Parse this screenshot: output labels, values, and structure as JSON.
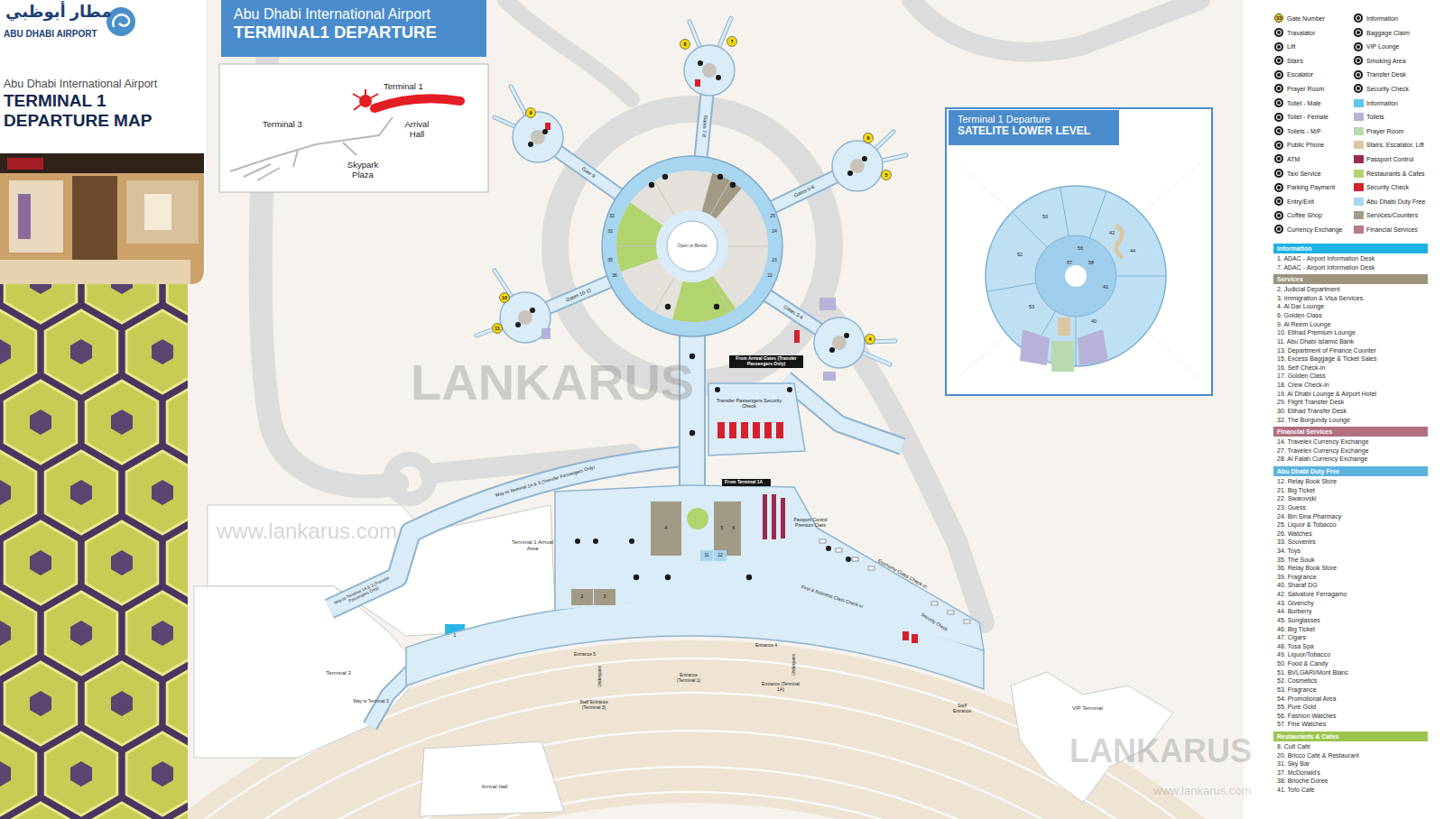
{
  "diagram": {
    "title": "TERMINAL 1 DEPARTURE MAP",
    "nodes": [
      {
        "text": [
          "Abu Dhabi International Airport",
          "TERMINAL1 DEPARTURE"
        ]
      },
      {
        "text": [
          "Terminal 1",
          "Terminal 3",
          "Arrival Hall",
          "Skypark Plaza"
        ]
      },
      {
        "text": [
          "Terminal 1 Departure",
          "SATELITE LOWER LEVEL"
        ]
      },
      {
        "text": [
          "Information"
        ]
      },
      {
        "text": [
          "Services"
        ]
      },
      {
        "text": [
          "Financial Services"
        ]
      },
      {
        "text": [
          "Abu Dhabi Duty Free"
        ]
      },
      {
        "text": [
          "Restaurants & Cafes"
        ]
      },
      {
        "text": [
          "From Arrival Gates (Transfer Passengers Only)"
        ]
      },
      {
        "text": [
          "From Terminal 1A"
        ]
      }
    ],
    "labels": [
      "مطار أبوظبي",
      "ABU DHABI AIRPORT",
      "Abu Dhabi International Airport",
      "33",
      "Terminal 1 Arrival Area",
      "Terminal 3",
      "Way to Terminal 3",
      "Arrival Hall",
      "VIP Terminal",
      "Open to Below",
      "Transfer Passengers Security Check",
      "Way to Terminal 1A & 3 (Transfer Passengers Only)",
      "Way to Terminal 1A & 3 (Transfer Passengers Only)",
      "Gates 7-8",
      "Gate 9",
      "Gates 5-6",
      "Gates 10-11",
      "Gates 3-4",
      "Entrance 5",
      "Entrance 4",
      "Entrance (Terminal 1)",
      "Entrance (Terminal 1A)",
      "Staff Entrance (Terminal 3)",
      "Staff Entrance",
      "Underpass",
      "Underpass",
      "Economy Class Check-in",
      "First & Business Class Check-in",
      "Security Check",
      "Passport Control Premium Class",
      "8",
      "7",
      "9",
      "6",
      "5",
      "10",
      "11",
      "4",
      "32",
      "33",
      "35",
      "36",
      "25",
      "24",
      "23",
      "22",
      "1",
      "2",
      "3",
      "4",
      "5",
      "6",
      "11",
      "12",
      "50",
      "52",
      "53",
      "56",
      "57",
      "58",
      "41",
      "42",
      "44",
      "40",
      "LANKARUS",
      "www.lankarus.com",
      "LANKARUS",
      "www.lankarus.com",
      "1. ADAC - Airport Information Desk",
      "7. ADAC - Airport Information Desk",
      "2. Judicial Department",
      "3. Immigration & Visa Services",
      "4. Al Dar Lounge",
      "6. Golden Class",
      "9. Al Reem Lounge",
      "10. Etihad Premium Lounge",
      "11. Abu Dhabi Islamic Bank",
      "13. Department of Finance Counter",
      "15. Excess Baggage & Ticket Sales",
      "16. Self Check-in",
      "17. Golden Class",
      "18. Crew Check-in",
      "19. Al Dhabi Lounge & Airport Hotel",
      "29. Flight Transfer Desk",
      "30. Etihad Transfer Desk",
      "32. The Burgundy Lounge",
      "14. Travelex Currency Exchange",
      "27. Travelex Currency Exchange",
      "28. Al Falah Currency Exchange",
      "12. Relay Book Store",
      "21. Big Ticket",
      "22. Swarovski",
      "23. Guess",
      "24. Bin Sina Pharmacy",
      "25. Liquor & Tobacco",
      "26. Watches",
      "33. Souvenirs",
      "34. Toys",
      "35. The Souk",
      "36. Relay Book Store",
      "39. Fragrance",
      "40. Sharaf DG",
      "42. Salvatore Ferragamo",
      "43. Givenchy",
      "44. Burberry",
      "45. Sunglasses",
      "46. Big Ticket",
      "47. Cigars",
      "48. Tosa Spa",
      "49. Liquor/Tobacco",
      "50. Food & Candy",
      "51. BVLGARI/Mont Blanc",
      "52. Cosmetics",
      "53. Fragrance",
      "54. Promotional Area",
      "55. Pure Gold",
      "56. Fashion Watches",
      "57. Fine Watches",
      "8. Cult Café",
      "20. Bricco Café & Restaurant",
      "31. Sky Bar",
      "37. McDonald's",
      "38. Brioche Doree",
      "41. Tofo Café"
    ],
    "legend": [
      {
        "text": "Gate Number"
      },
      {
        "text": "Travalator"
      },
      {
        "text": "Lift"
      },
      {
        "text": "Stairs"
      },
      {
        "text": "Escalator"
      },
      {
        "text": "Prayer Room"
      },
      {
        "text": "Toilet - Male"
      },
      {
        "text": "Toilet - Female"
      },
      {
        "text": "Toilets - M/F"
      },
      {
        "text": "Public Phone"
      },
      {
        "text": "ATM"
      },
      {
        "text": "Taxi Service"
      },
      {
        "text": "Parking Payment"
      },
      {
        "text": "Entry/Exit"
      },
      {
        "text": "Coffee Shop"
      },
      {
        "text": "Currency Exchange"
      },
      {
        "text": "Information"
      },
      {
        "text": "Baggage Claim"
      },
      {
        "text": "VIP Lounge"
      },
      {
        "text": "Smoking Area"
      },
      {
        "text": "Transfer Desk"
      },
      {
        "text": "Security Check"
      },
      {
        "text": "Information",
        "color": "#5cc8ea"
      },
      {
        "text": "Toilets",
        "color": "#b7b2d9"
      },
      {
        "text": "Prayer Room",
        "color": "#b9d9b1"
      },
      {
        "text": "Stairs, Escalator, Lift",
        "color": "#d9c8a3"
      },
      {
        "text": "Passport Control",
        "color": "#9b2b4b"
      },
      {
        "text": "Restaurants & Cafes",
        "color": "#b2d46f"
      },
      {
        "text": "Security Check",
        "color": "#d5202e"
      },
      {
        "text": "Abu Dhabi Duty Free",
        "color": "#a8d5f0"
      },
      {
        "text": "Services/Counters",
        "color": "#a39a86"
      },
      {
        "text": "Financial Services",
        "color": "#b87b8b"
      }
    ]
  }
}
